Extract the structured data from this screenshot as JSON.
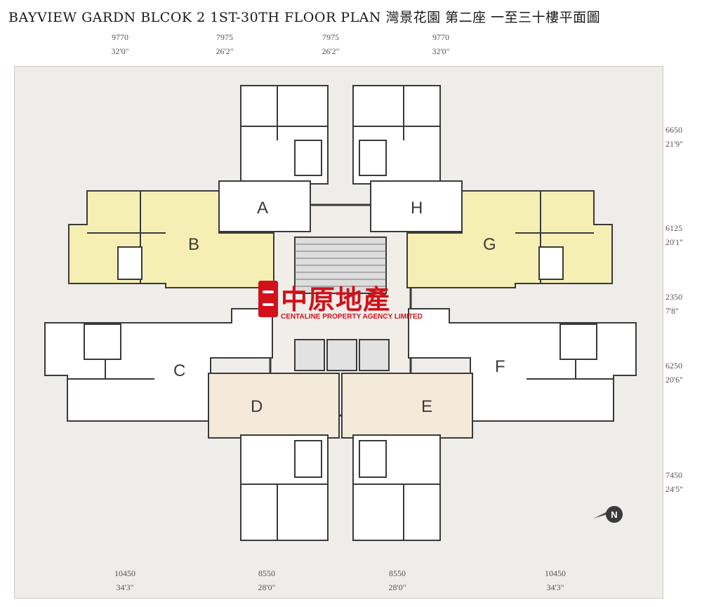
{
  "title": "BAYVIEW GARDN BLCOK 2 1ST-30TH FLOOR PLAN 灣景花園 第二座 一至三十樓平面圖",
  "dimensions": {
    "top": [
      {
        "mm": "9770",
        "ft": "32'0\""
      },
      {
        "mm": "7975",
        "ft": "26'2\""
      },
      {
        "mm": "7975",
        "ft": "26'2\""
      },
      {
        "mm": "9770",
        "ft": "32'0\""
      }
    ],
    "bottom": [
      {
        "mm": "10450",
        "ft": "34'3\""
      },
      {
        "mm": "8550",
        "ft": "28'0\""
      },
      {
        "mm": "8550",
        "ft": "28'0\""
      },
      {
        "mm": "10450",
        "ft": "34'3\""
      }
    ],
    "right": [
      {
        "mm": "6650",
        "ft": "21'9\""
      },
      {
        "mm": "6125",
        "ft": "20'1\""
      },
      {
        "mm": "2350",
        "ft": "7'8\""
      },
      {
        "mm": "6250",
        "ft": "20'6\""
      },
      {
        "mm": "7450",
        "ft": "24'5\""
      }
    ]
  },
  "units": [
    "A",
    "B",
    "C",
    "D",
    "E",
    "F",
    "G",
    "H"
  ],
  "watermark": {
    "chinese": "中原地產",
    "english": "CENTALINE PROPERTY AGENCY LIMITED"
  },
  "compass": {
    "letter": "N"
  },
  "colors": {
    "highlight_units": "#f6efb3",
    "shaded_units": "#f4ead9",
    "plain_units": "#ffffff",
    "wall": "#3a3a3a",
    "brand_red": "#d2111a"
  }
}
